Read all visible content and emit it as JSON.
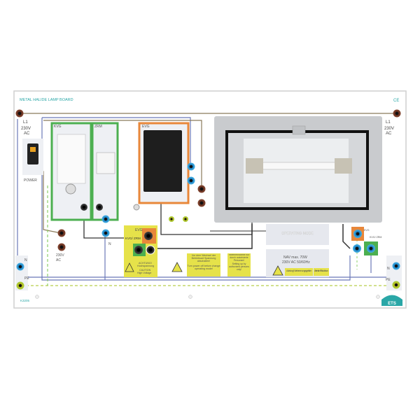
{
  "board": {
    "title": "METAL HALIDE LAMP BOARD",
    "ce_mark": "CE",
    "code": "K3205",
    "logo": "ETS"
  },
  "left_supply": {
    "l1": "L1",
    "voltage": "230V",
    "ac": "AC",
    "power": "POWER",
    "n": "N",
    "pe": "PE"
  },
  "right_supply": {
    "l1": "L1",
    "voltage": "230V",
    "ac": "AC",
    "n": "N",
    "pe": "PE"
  },
  "modules": {
    "kvg": "KVG",
    "zrm": "ZRM",
    "evg": "EVG",
    "out_voltage": "230V",
    "out_ac": "AC",
    "out_n": "N"
  },
  "selector_left": {
    "evg": "EVG",
    "kvg_zrm": "KVG/ ZRM",
    "caution_de_1": "ACHTUNG!",
    "caution_de_2": "Hochspannung",
    "caution_en_1": "CAUTION",
    "caution_en_2": "High Voltage"
  },
  "notices": {
    "switch_de": "Vor dem Wechsel der Betriebsart Spannung abschalten!",
    "switch_en": "Turn power off before change operating mode!",
    "setup_de": "Inbetriebnahme nur durch autorisierte Personen!",
    "setup_en": "Setting up by authorized persons only!"
  },
  "lamp": {
    "operating_mode": "OPERATING MODE",
    "rating_1": "NAV max. 70W",
    "rating_2": "230V AC 50/60Hz",
    "burn_de": "Achtung! Verbrennungsgefahr",
    "burn_en": "Attention! Risk of burn"
  },
  "selector_right": {
    "evg": "EVG",
    "kvg_zrm": "KVG/ ZRM"
  },
  "colors": {
    "teal": "#2aa7a7",
    "brown": "#6b3a2a",
    "blue": "#1e88c8",
    "green": "#4caf50",
    "orange": "#e8873a",
    "yellow": "#e6e24a",
    "wire_blue": "#6a78b8",
    "wire_brown": "#8a7a5a"
  }
}
